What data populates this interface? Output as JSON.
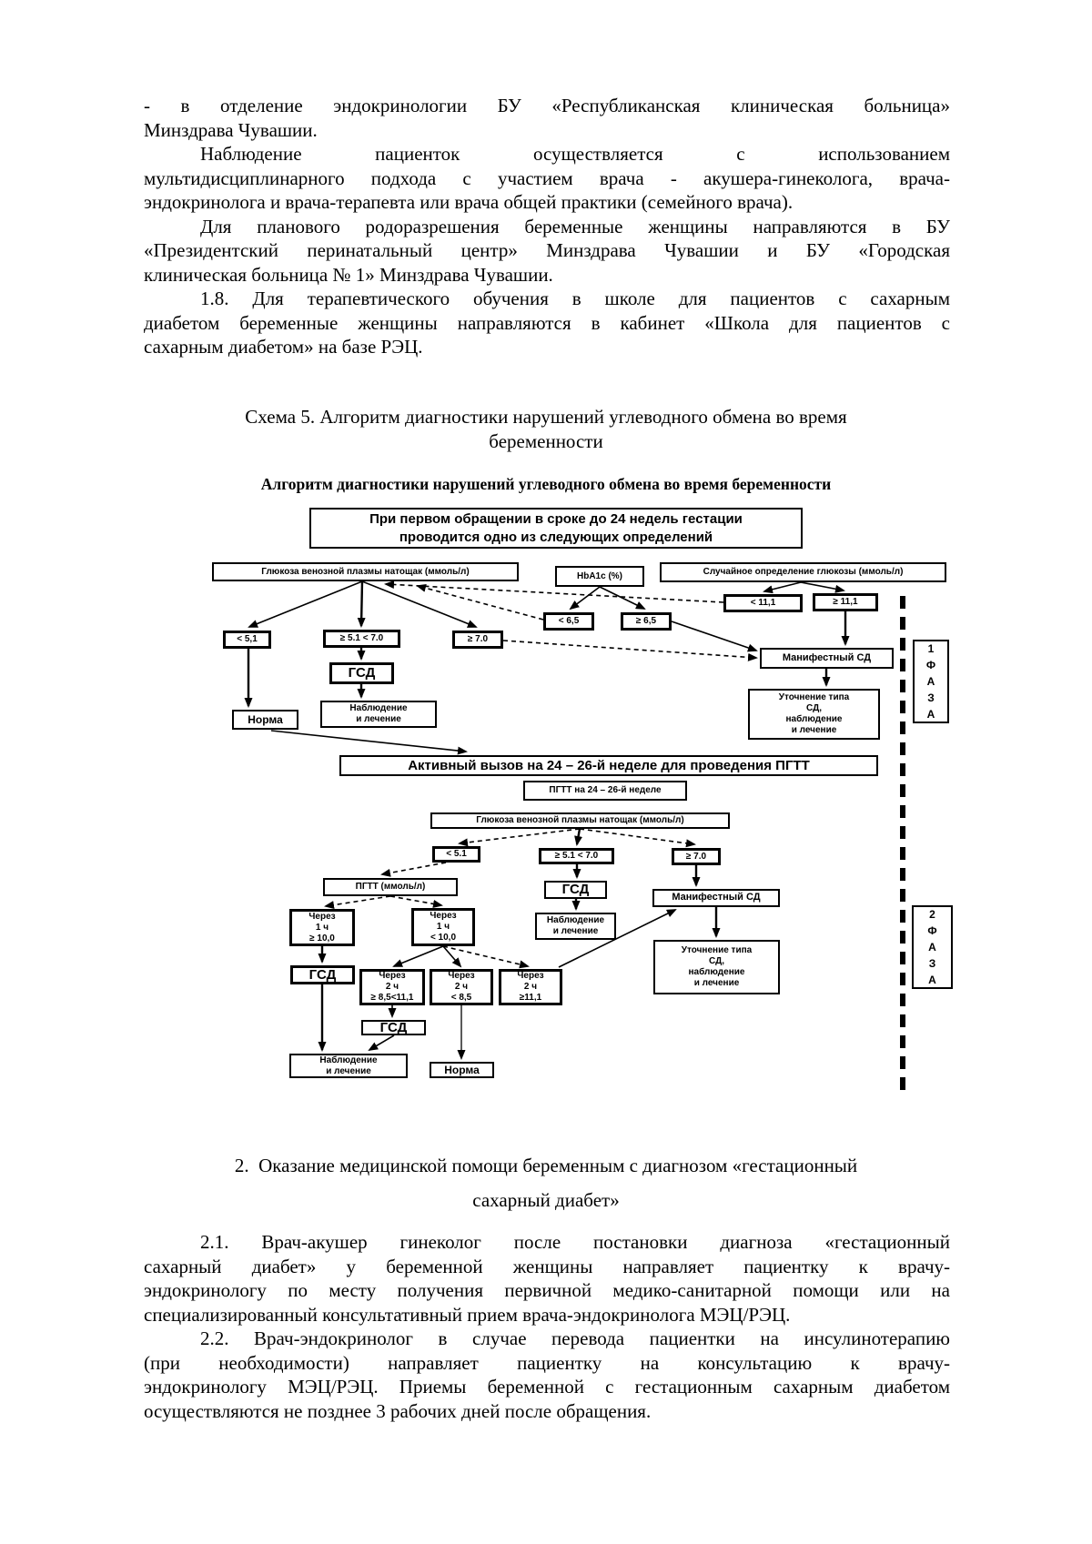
{
  "document": {
    "top_paragraphs": [
      {
        "lines": [
          "- в отделение эндокринологии БУ «Республиканская клиническая больница»",
          "Минздрава Чувашии."
        ]
      },
      {
        "lines": [
          "Наблюдение пациенток осуществляется с использованием",
          "мультидисциплинарного подхода с участием врача - акушера-гинеколога, врача-",
          "эндокринолога и врача-терапевта или врача общей практики (семейного врача)."
        ]
      },
      {
        "lines": [
          "Для планового родоразрешения беременные женщины направляются в БУ",
          "«Президентский перинатальный центр» Минздрава Чувашии и БУ «Городская",
          "клиническая больница № 1» Минздрава Чувашии."
        ]
      },
      {
        "lines": [
          "1.8. Для терапевтического обучения в школе для пациентов с сахарным",
          "диабетом беременные женщины направляются в кабинет «Школа для пациентов с",
          "сахарным диабетом» на базе РЭЦ."
        ]
      }
    ],
    "schema_caption": [
      "Схема 5. Алгоритм диагностики нарушений углеводного обмена во время",
      "беременности"
    ],
    "section2_heading": [
      "2.  Оказание медицинской помощи беременным с диагнозом «гестационный",
      "сахарный диабет»"
    ],
    "bottom_paragraphs": [
      {
        "lines": [
          "2.1. Врач-акушер гинеколог после постановки диагноза «гестационный",
          "сахарный диабет» у беременной женщины направляет пациентку к врачу-",
          "эндокринологу по месту получения первичной медико-санитарной помощи или на",
          "специализированный консультативный прием врача-эндокринолога МЭЦ/РЭЦ."
        ]
      },
      {
        "lines": [
          "2.2. Врач-эндокринолог в случае перевода пациентки на инсулинотерапию",
          "(при необходимости) направляет пациентку на консультацию к врачу-",
          "эндокринологу МЭЦ/РЭЦ. Приемы беременной с гестационным сахарным диабетом",
          "осуществляются не позднее 3 рабочих дней после обращения."
        ]
      }
    ]
  },
  "diagram": {
    "title": "Алгоритм диагностики нарушений углеводного обмена во время беременности",
    "boxes": {
      "first_visit": "При первом обращении в сроке до 24 недель гестации\nпроводится одно из следующих определений",
      "fasting1": "Глюкоза венозной плазмы натощак (ммоль/л)",
      "hba1c": "HbA1c (%)",
      "random": "Случайное определение глюкозы (ммоль/л)",
      "r_lt111": "< 11,1",
      "r_ge111": "≥ 11,1",
      "h_lt65": "< 6,5",
      "h_ge65": "≥ 6,5",
      "f_lt51": "< 5,1",
      "f_5170": "≥ 5.1 < 7.0",
      "f_ge70": "≥ 7.0",
      "manifest1": "Манифестный СД",
      "gsd1": "ГСД",
      "care1": "Наблюдение\nи лечение",
      "norm1": "Норма",
      "clarify1": "Уточнение типа\nСД,\nнаблюдение\nи лечение",
      "active_call": "Активный вызов на 24 – 26-й неделе для проведения ПГТТ",
      "ogtt24": "ПГТТ  на 24 – 26-й неделе",
      "fasting2": "Глюкоза венозной плазмы натощак (ммоль/л)",
      "f2_lt51": "< 5.1",
      "f2_5170": "≥ 5.1 < 7.0",
      "f2_ge70": "≥ 7.0",
      "ogtt_mmol": "ПГТТ  (ммоль/л)",
      "gsd2": "ГСД",
      "manifest2": "Манифестный СД",
      "h1_ge10": "Через\n1 ч\n≥ 10,0",
      "h1_lt10": "Через\n1 ч\n< 10,0",
      "care2": "Наблюдение\nи лечение",
      "clarify2": "Уточнение типа\nСД,\nнаблюдение\nи лечение",
      "gsd3": "ГСД",
      "h2_mid": "Через\n2 ч\n≥ 8,5<11,1",
      "h2_lt85": "Через\n2 ч\n< 8,5",
      "h2_ge111": "Через\n2 ч\n≥11,1",
      "gsd4": "ГСД",
      "care3": "Наблюдение\nи лечение",
      "norm2": "Норма",
      "phase1": "1\nФ\nА\nЗ\nА",
      "phase2": "2\nФ\nА\nЗ\nА"
    }
  }
}
